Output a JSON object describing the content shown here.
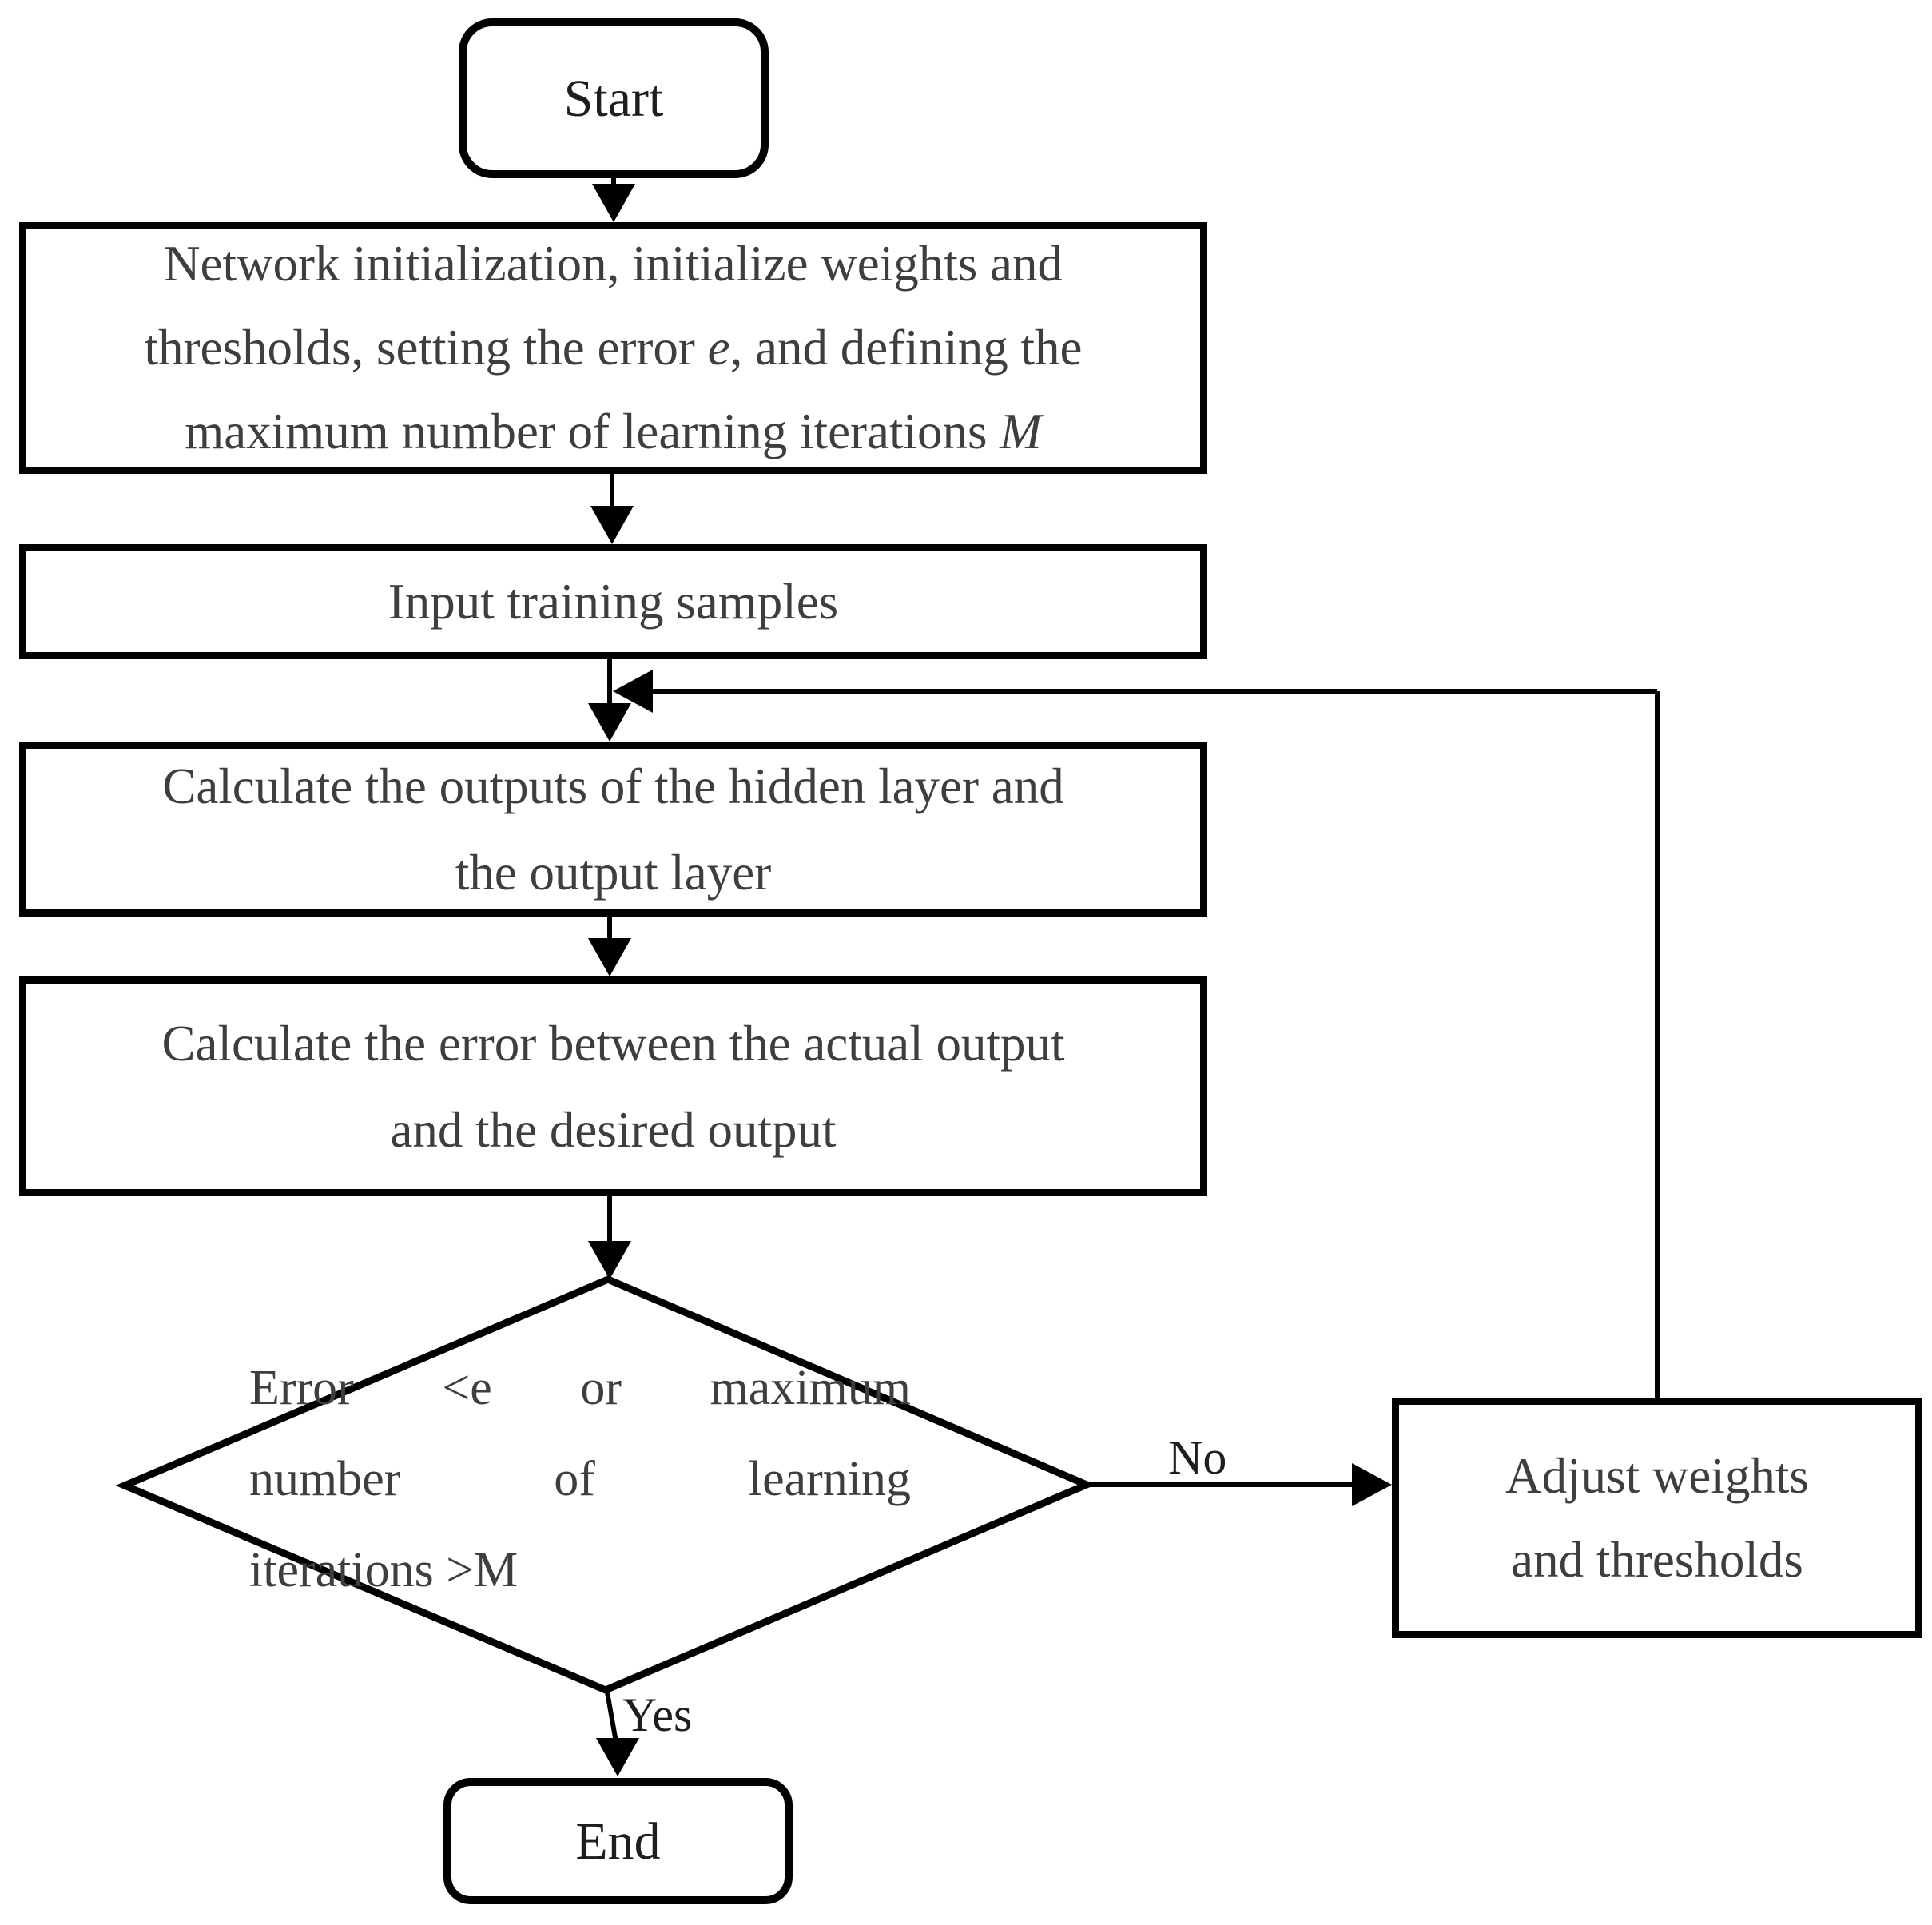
{
  "flowchart": {
    "background": "#ffffff",
    "stroke_color": "#000000",
    "box_text_color": "#3e3e3e",
    "label_text_color": "#1e1e1e",
    "nodes": {
      "start": {
        "label": "Start"
      },
      "network_init": {
        "text": "Network initialization, initialize weights and thresholds, setting the error e, and defining the maximum number of learning iterations M",
        "line1": "Network initialization, initialize weights and",
        "line2_pre": "thresholds, setting the error ",
        "line2_italic": "e",
        "line2_post": ", and defining the",
        "line3_pre": "maximum number of learning iterations ",
        "line3_italic": "M"
      },
      "input_samples": {
        "label": "Input training samples"
      },
      "calc_outputs": {
        "text": "Calculate the outputs of the hidden layer and the output layer",
        "line1": "Calculate the outputs of the hidden layer and",
        "line2": "the output layer"
      },
      "calc_error": {
        "text": "Calculate the error between the actual output and the desired output",
        "line1": "Calculate the error between the actual output",
        "line2": "and the desired output"
      },
      "decision": {
        "text": "Error <e or maximum number of learning iterations >M",
        "line1_words": [
          "Error",
          "<e",
          "or",
          "maximum"
        ],
        "line2_words": [
          "number",
          "of",
          "learning"
        ],
        "line3": "iterations >M"
      },
      "adjust": {
        "text": "Adjust weights and thresholds",
        "line1": "Adjust weights",
        "line2": "and thresholds"
      },
      "end": {
        "label": "End"
      }
    },
    "edge_labels": {
      "no": "No",
      "yes": "Yes"
    }
  }
}
